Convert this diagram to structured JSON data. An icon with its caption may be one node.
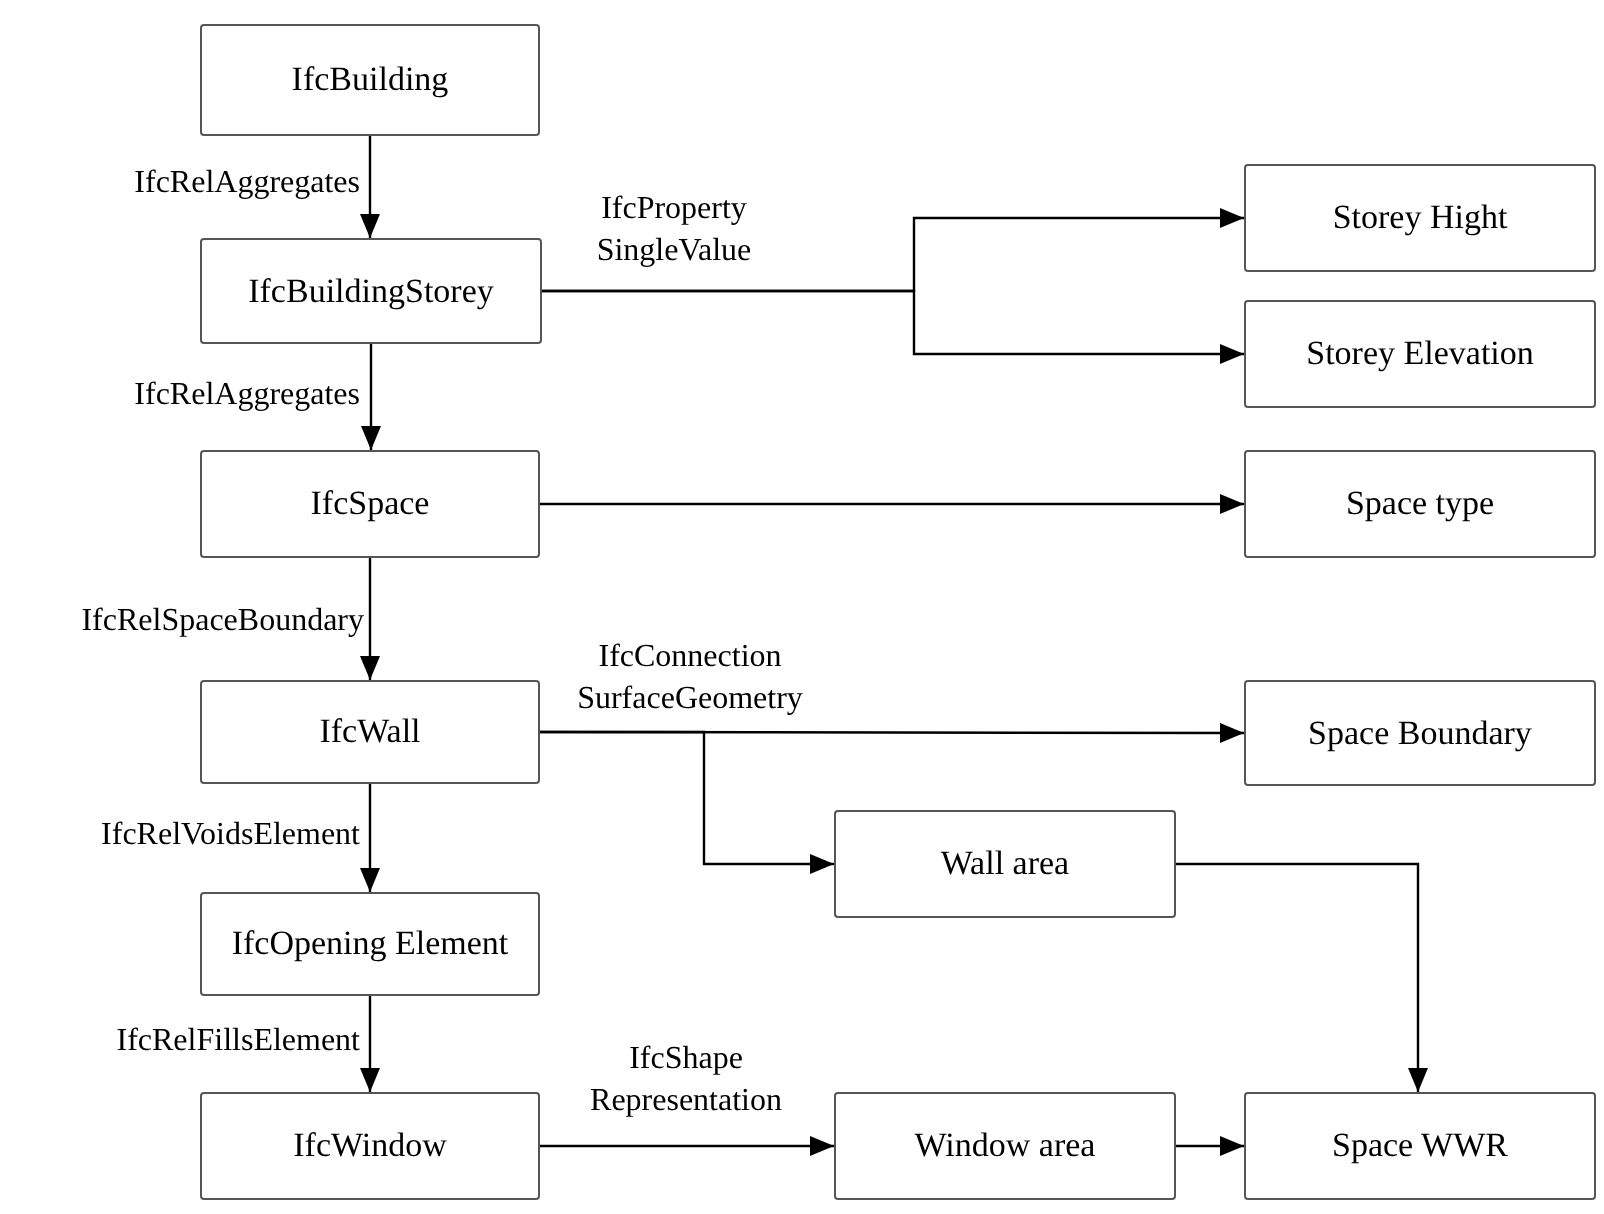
{
  "diagram": {
    "nodes": [
      {
        "text": [
          "IfcBuilding"
        ]
      },
      {
        "text": [
          "IfcBuildingStorey"
        ]
      },
      {
        "text": [
          "IfcSpace"
        ]
      },
      {
        "text": [
          "IfcWall"
        ]
      },
      {
        "text": [
          "IfcOpening Element"
        ]
      },
      {
        "text": [
          "IfcWindow"
        ]
      },
      {
        "text": [
          "Storey Hight"
        ]
      },
      {
        "text": [
          "Storey Elevation"
        ]
      },
      {
        "text": [
          "Space type"
        ]
      },
      {
        "text": [
          "Space Boundary"
        ]
      },
      {
        "text": [
          "Wall area"
        ]
      },
      {
        "text": [
          "Window area"
        ]
      },
      {
        "text": [
          "Space WWR"
        ]
      }
    ],
    "edges": [
      {
        "from": 0,
        "to": 1,
        "arrow": "to",
        "label": "IfcRelAggregates"
      },
      {
        "from": 1,
        "to": 2,
        "arrow": "to",
        "label": "IfcRelAggregates"
      },
      {
        "from": 2,
        "to": 3,
        "arrow": "to",
        "label": "IfcRelSpaceBoundary"
      },
      {
        "from": 3,
        "to": 4,
        "arrow": "to",
        "label": "IfcRelVoidsElement"
      },
      {
        "from": 4,
        "to": 5,
        "arrow": "to",
        "label": "IfcRelFillsElement"
      },
      {
        "from": 1,
        "to": 6,
        "arrow": "to",
        "label": "IfcProperty SingleValue"
      },
      {
        "from": 1,
        "to": 7,
        "arrow": "to"
      },
      {
        "from": 2,
        "to": 8,
        "arrow": "to"
      },
      {
        "from": 3,
        "to": 9,
        "arrow": "to",
        "label": "IfcConnection SurfaceGeometry"
      },
      {
        "from": 3,
        "to": 10,
        "arrow": "to"
      },
      {
        "from": 10,
        "to": 12,
        "arrow": "to"
      },
      {
        "from": 5,
        "to": 11,
        "arrow": "to",
        "label": "IfcShape Representation"
      },
      {
        "from": 11,
        "to": 12,
        "arrow": "to"
      }
    ]
  }
}
